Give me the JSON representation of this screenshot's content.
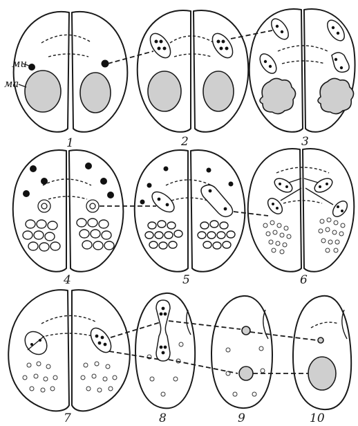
{
  "labels": {
    "micronucleus": "ми",
    "macronucleus": "ма"
  },
  "stages": [
    "1",
    "2",
    "3",
    "4",
    "5",
    "6",
    "7",
    "8",
    "9",
    "10"
  ]
}
